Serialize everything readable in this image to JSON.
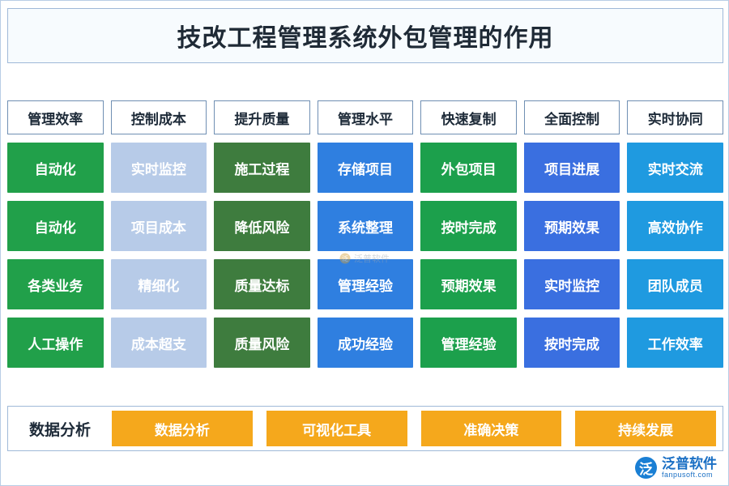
{
  "title": "技改工程管理系统外包管理的作用",
  "colors": {
    "green": "#21a04a",
    "light_blue": "#b7cbe8",
    "dark_green": "#3e7c3e",
    "blue": "#2f7fe0",
    "green2": "#1ca04c",
    "royal_blue": "#3a6fe0",
    "cyan_blue": "#1f9ae0",
    "orange": "#f5a81c",
    "header_text": "#1d2a38"
  },
  "columns": [
    {
      "header": "管理效率",
      "cells": [
        {
          "label": "自动化",
          "color": "#21a04a"
        },
        {
          "label": "自动化",
          "color": "#21a04a"
        },
        {
          "label": "各类业务",
          "color": "#21a04a"
        },
        {
          "label": "人工操作",
          "color": "#21a04a"
        }
      ]
    },
    {
      "header": "控制成本",
      "cells": [
        {
          "label": "实时监控",
          "color": "#b7cbe8"
        },
        {
          "label": "项目成本",
          "color": "#b7cbe8"
        },
        {
          "label": "精细化",
          "color": "#b7cbe8"
        },
        {
          "label": "成本超支",
          "color": "#b7cbe8"
        }
      ]
    },
    {
      "header": "提升质量",
      "cells": [
        {
          "label": "施工过程",
          "color": "#3e7c3e"
        },
        {
          "label": "降低风险",
          "color": "#3e7c3e"
        },
        {
          "label": "质量达标",
          "color": "#3e7c3e"
        },
        {
          "label": "质量风险",
          "color": "#3e7c3e"
        }
      ]
    },
    {
      "header": "管理水平",
      "cells": [
        {
          "label": "存储项目",
          "color": "#2f7fe0"
        },
        {
          "label": "系统整理",
          "color": "#2f7fe0"
        },
        {
          "label": "管理经验",
          "color": "#2f7fe0"
        },
        {
          "label": "成功经验",
          "color": "#2f7fe0"
        }
      ]
    },
    {
      "header": "快速复制",
      "cells": [
        {
          "label": "外包项目",
          "color": "#1ca04c"
        },
        {
          "label": "按时完成",
          "color": "#1ca04c"
        },
        {
          "label": "预期效果",
          "color": "#1ca04c"
        },
        {
          "label": "管理经验",
          "color": "#1ca04c"
        }
      ]
    },
    {
      "header": "全面控制",
      "cells": [
        {
          "label": "项目进展",
          "color": "#3a6fe0"
        },
        {
          "label": "预期效果",
          "color": "#3a6fe0"
        },
        {
          "label": "实时监控",
          "color": "#3a6fe0"
        },
        {
          "label": "按时完成",
          "color": "#3a6fe0"
        }
      ]
    },
    {
      "header": "实时协同",
      "cells": [
        {
          "label": "实时交流",
          "color": "#1f9ae0"
        },
        {
          "label": "高效协作",
          "color": "#1f9ae0"
        },
        {
          "label": "团队成员",
          "color": "#1f9ae0"
        },
        {
          "label": "工作效率",
          "color": "#1f9ae0"
        }
      ]
    }
  ],
  "footer": {
    "label": "数据分析",
    "items": [
      {
        "label": "数据分析",
        "color": "#f5a81c"
      },
      {
        "label": "可视化工具",
        "color": "#f5a81c"
      },
      {
        "label": "准确决策",
        "color": "#f5a81c"
      },
      {
        "label": "持续发展",
        "color": "#f5a81c"
      }
    ]
  },
  "watermark": {
    "center_text": "泛普软件",
    "logo_mark": "泛",
    "logo_cn": "泛普软件",
    "logo_en": "fanpusoft.com"
  }
}
